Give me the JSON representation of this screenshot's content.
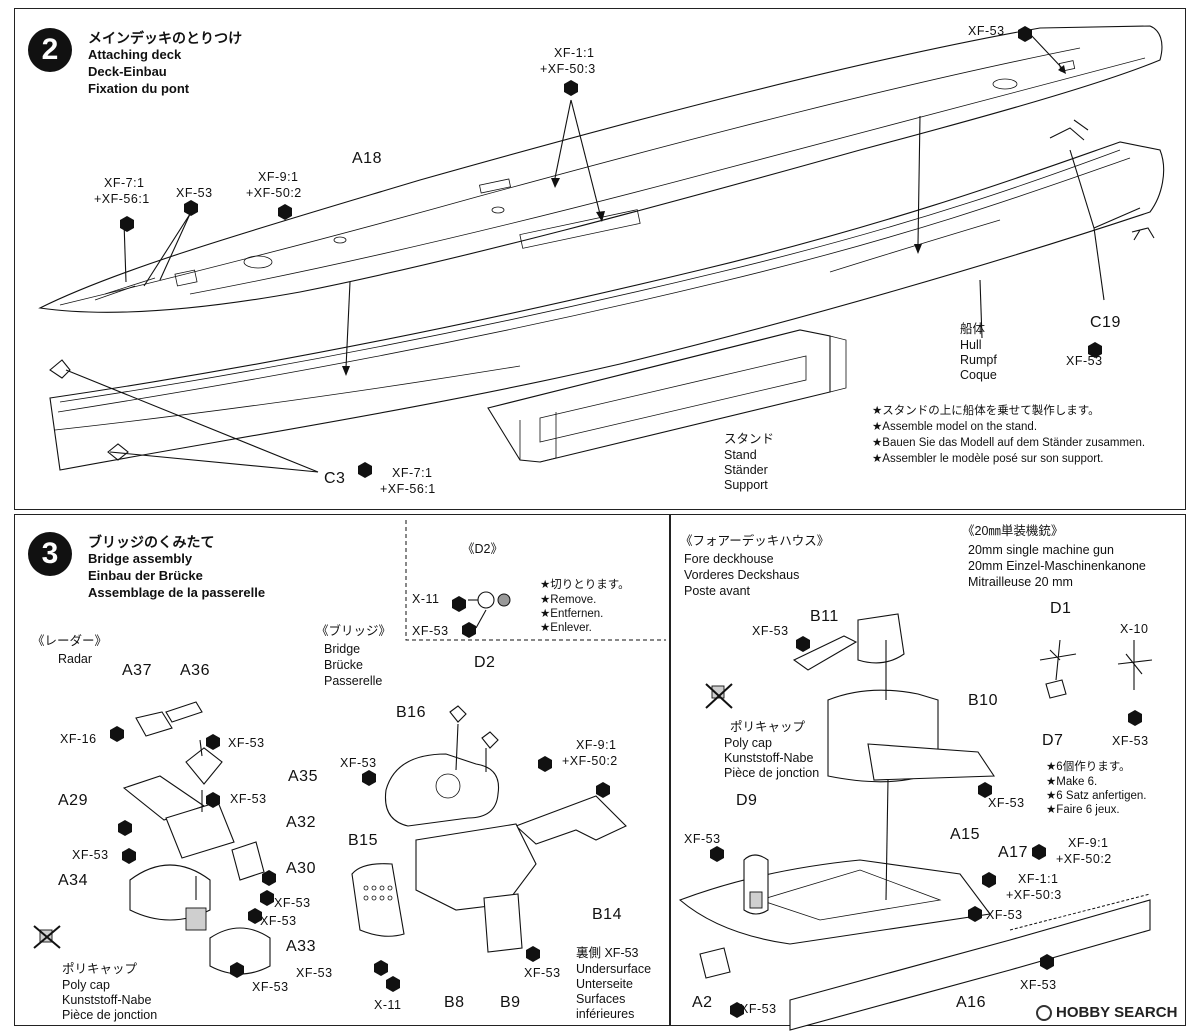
{
  "step2": {
    "num": "2",
    "title_jp": "メインデッキのとりつけ",
    "title_en": "Attaching deck",
    "title_de": "Deck-Einbau",
    "title_fr": "Fixation du pont",
    "labels": {
      "a18": "A18",
      "c3": "C3",
      "c19": "C19"
    },
    "paints": {
      "xf53_top": "XF-53",
      "xf1_50_a": "XF-1:1",
      "xf1_50_b": "+XF-50:3",
      "xf9_a": "XF-9:1",
      "xf9_b": "+XF-50:2",
      "xf7_a": "XF-7:1",
      "xf7_b": "+XF-56:1",
      "xf53_mid": "XF-53",
      "c19_paint": "XF-53",
      "c3_a": "XF-7:1",
      "c3_b": "+XF-56:1"
    },
    "hull": {
      "jp": "船体",
      "en": "Hull",
      "de": "Rumpf",
      "fr": "Coque"
    },
    "stand": {
      "jp": "スタンド",
      "en": "Stand",
      "de": "Ständer",
      "fr": "Support"
    },
    "notes": [
      "★スタンドの上に船体を乗せて製作します。",
      "★Assemble model on the stand.",
      "★Bauen Sie das Modell auf dem Ständer zusammen.",
      "★Assembler le modèle posé sur son support."
    ]
  },
  "step3": {
    "num": "3",
    "title_jp": "ブリッジのくみたて",
    "title_en": "Bridge assembly",
    "title_de": "Einbau der Brücke",
    "title_fr": "Assemblage de la passerelle",
    "d2_box": {
      "title": "《D2》",
      "x11": "X-11",
      "xf53": "XF-53",
      "notes": [
        "★切りとります。",
        "★Remove.",
        "★Entfernen.",
        "★Enlever."
      ]
    },
    "radar": {
      "title": "《レーダー》",
      "en": "Radar",
      "parts": [
        "A37",
        "A36",
        "A35",
        "A29",
        "A32",
        "A30",
        "A34",
        "A33"
      ],
      "paints": [
        "XF-16",
        "XF-53",
        "XF-53",
        "XF-53",
        "XF-53",
        "XF-53",
        "XF-53"
      ],
      "polycap": [
        "ポリキャップ",
        "Poly cap",
        "Kunststoff-Nabe",
        "Pièce de jonction"
      ]
    },
    "bridge": {
      "title": "《ブリッジ》",
      "en": "Bridge",
      "de": "Brücke",
      "fr": "Passerelle",
      "parts": [
        "D2",
        "B16",
        "B15",
        "B14",
        "B8",
        "B9",
        "X-11"
      ],
      "paints": [
        "XF-53",
        "XF-9:1",
        "+XF-50:2",
        "XF-53",
        "XF-53",
        "XF-53"
      ],
      "underside": [
        "裏側 XF-53",
        "Undersurface",
        "Unterseite",
        "Surfaces",
        "inférieures"
      ]
    }
  },
  "fore": {
    "title": "《フォアーデッキハウス》",
    "en": "Fore deckhouse",
    "de": "Vorderes Deckshaus",
    "fr": "Poste avant",
    "parts": [
      "B11",
      "B10",
      "D9",
      "A15",
      "A17",
      "A16",
      "A2"
    ],
    "paints": [
      "XF-53",
      "XF-53",
      "XF-53",
      "XF-9:1",
      "+XF-50:2",
      "XF-1:1",
      "+XF-50:3",
      "XF-53",
      "XF-53",
      "XF-53"
    ],
    "polycap": [
      "ポリキャップ",
      "Poly cap",
      "Kunststoff-Nabe",
      "Pièce de jonction"
    ]
  },
  "gun": {
    "title": "《20㎜単装機銃》",
    "en": "20mm single machine gun",
    "de": "20mm Einzel-Maschinenkanone",
    "fr": "Mitrailleuse 20 mm",
    "parts": [
      "D1",
      "D7",
      "X-10"
    ],
    "paint": "XF-53",
    "notes": [
      "★6個作ります。",
      "★Make 6.",
      "★6 Satz anfertigen.",
      "★Faire 6 jeux."
    ]
  },
  "watermark": "HOBBY SEARCH",
  "colors": {
    "ink": "#111111",
    "paper": "#ffffff",
    "shade": "#cfcfcf"
  }
}
